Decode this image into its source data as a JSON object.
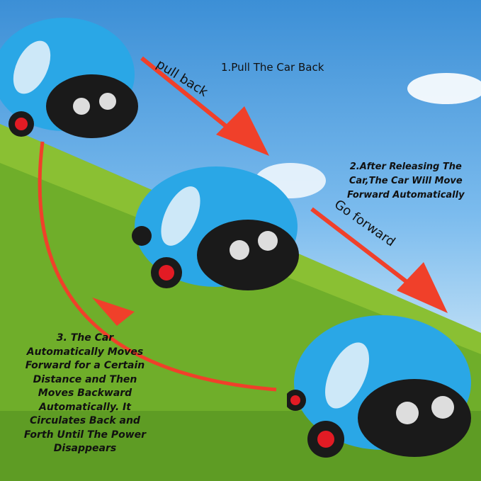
{
  "captions": {
    "step1": "1.Pull The Car Back",
    "step2_line1": "2.After Releasing The",
    "step2_line2": "Car,The Car Will Move",
    "step2_line3": "Forward Automatically",
    "step3": [
      "3. The Car",
      "Automatically Moves",
      "Forward for a Certain",
      "Distance and Then",
      "Moves Backward",
      "Automatically. It",
      "Circulates Back and",
      "Forth Until The Power",
      "Disappears"
    ]
  },
  "arrow_labels": {
    "pull_back": "pull back",
    "go_forward": "Go forward"
  },
  "colors": {
    "car_body": "#2aa7e6",
    "car_face": "#1a1a1a",
    "wheel": "#e21b24",
    "arrow": "#f0402a",
    "grass": "#6fae2a"
  }
}
